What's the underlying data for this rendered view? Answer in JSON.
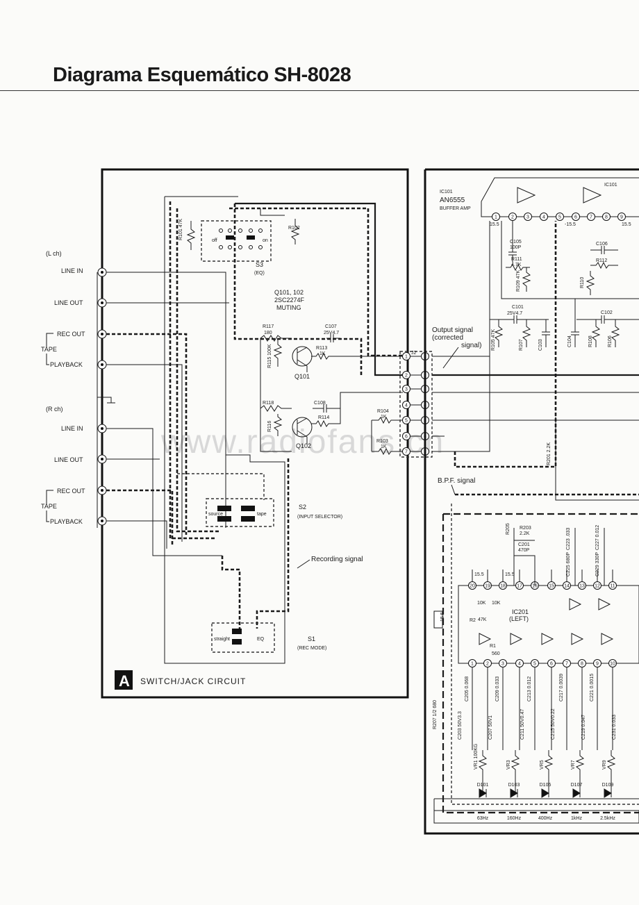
{
  "title": "Diagrama Esquemático SH-8028",
  "watermark": "www.radiofans.cn",
  "panel_a": {
    "badge": "A",
    "caption": "SWITCH/JACK CIRCUIT",
    "lch": "(L ch)",
    "rch": "(R ch)",
    "jacks": {
      "line_in": "LINE IN",
      "line_out": "LINE OUT",
      "rec_out": "REC  OUT",
      "tape": "TAPE",
      "playback": "PLAYBACK"
    },
    "s3": "S3",
    "s3_sub": "(EQ)",
    "s3_off": "off",
    "s3_on": "on",
    "s2": "S2",
    "s2_sub": "(INPUT SELECTOR)",
    "s2_source": "source",
    "s2_tape": "tape",
    "s1": "S1",
    "s1_sub": "(REC MODE)",
    "s1_straight": "straight",
    "s1_eq": "EQ",
    "q_title": "Q101, 102",
    "q_part": "2SC2274F",
    "q_func": "MUTING",
    "q101": "Q101",
    "q102": "Q102",
    "r101": "R101 47K",
    "r102": "R102",
    "r117": "R117",
    "r117_v": "180",
    "r115": "R115 100K",
    "r113": "R113",
    "r113_v": "1K",
    "c107": "C107",
    "c107_v": "25V4.7",
    "r118": "R118",
    "c108": "C108",
    "r116": "R116",
    "r114": "R114",
    "r104": "R104",
    "r104_v": "1K",
    "r103": "R103",
    "r103_v": "1K",
    "recording_signal": "Recording signal",
    "j2": "J2"
  },
  "panel_b": {
    "ic101_a": "IC101",
    "ic101_b": "AN6555",
    "ic101_c": "BUFFER AMP",
    "ic101_right": "IC101",
    "v155": "15.5",
    "v155n": "-15.5",
    "output_signal_1": "Output signal",
    "output_signal_2": "(corrected",
    "output_signal_3": "signal)",
    "bpf_signal": "B.P.F. signal",
    "ic201": "IC201",
    "ic201_side": "(LEFT)",
    "r201": "R201 2.2K",
    "r207": "R207 1/2 680",
    "r205": "R205",
    "r203": "R203",
    "r203_v": "2.2K",
    "c201": "C201",
    "c201_v": "470P",
    "c105": "C105",
    "c105_v": "100P",
    "r111": "R111",
    "r111_v": "4.7K",
    "r109": "R109 47K",
    "c101": "C101",
    "c101_v": "25V4.7",
    "r105": "R105 47K",
    "r107": "R107",
    "c103": "C103",
    "c106": "C106",
    "r112": "R112",
    "r110": "R110",
    "c102": "C102",
    "c104": "C104",
    "r108": "R108",
    "r106": "R106",
    "c223": "C223 .033",
    "c227": "C227 0.012",
    "c225": "C225 680P",
    "c229": "C229 330P",
    "r_10k_1": "10K",
    "r_10k_2": "10K",
    "r_47k": "47K",
    "r2": "R2",
    "r1": "R1",
    "r_560": "560",
    "caps": [
      "C205 0.068",
      "C209 0.033",
      "C213 0.012",
      "C217 0.0039",
      "C221 0.0015"
    ],
    "caps2": [
      "C203 50V3.3",
      "C207 50V1",
      "C211 50V0.47",
      "C215 50V0.22",
      "C219 0.047",
      "C231 0.033"
    ],
    "vrs": [
      "VR1 100KG",
      "VR3",
      "VR5",
      "VR7",
      "VR9"
    ],
    "diodes": [
      "D101",
      "D103",
      "D105",
      "D107",
      "D109"
    ],
    "bands": [
      "63Hz",
      "160Hz",
      "400Hz",
      "1kHz",
      "2.5kHz"
    ],
    "top_pins": [
      "1",
      "2",
      "3",
      "4",
      "5",
      "6",
      "7",
      "8",
      "9"
    ],
    "ic201_pins_top": [
      "20",
      "19",
      "18",
      "17",
      "16",
      "15",
      "14",
      "13",
      "12",
      "11"
    ],
    "ic201_pins_bot": [
      "1",
      "2",
      "3",
      "4",
      "5",
      "6",
      "7",
      "8",
      "9",
      "10"
    ]
  },
  "j2_pins": [
    "1",
    "2",
    "3",
    "4",
    "5",
    "6",
    "7"
  ]
}
